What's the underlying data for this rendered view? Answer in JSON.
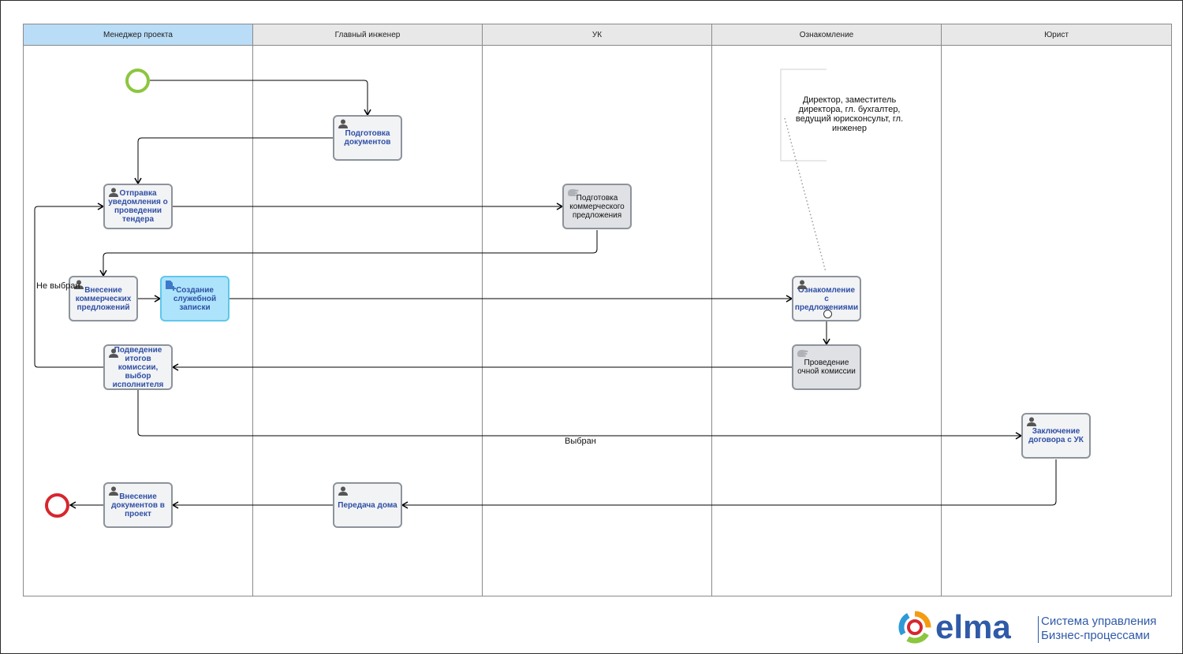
{
  "lanes": [
    {
      "name": "Менеджер проекта",
      "active": true
    },
    {
      "name": "Главный инженер",
      "active": false
    },
    {
      "name": "УК",
      "active": false
    },
    {
      "name": "Ознакомление",
      "active": false
    },
    {
      "name": "Юрист",
      "active": false
    }
  ],
  "tasks": {
    "prep_docs": "Подготовка документов",
    "send_notice": "Отправка уведомления о проведении тендера",
    "prep_offer": "Подготовка коммерческого предложения",
    "enter_offers": "Внесение коммерческих предложений",
    "create_memo": "Создание служебной записки",
    "review_offers": "Ознакомление с предложениями",
    "commission": "Проведение очной комиссии",
    "summary": "Подведение итогов комиссии, выбор исполнителя",
    "contract": "Заключение договора с УК",
    "transfer_house": "Передача дома",
    "enter_docs": "Внесение документов в проект"
  },
  "annotation": "Директор, заместитель директора,  гл. бухгалтер, ведущий юрисконсульт, гл. инженер",
  "flow_labels": {
    "not_selected": "Не выбран",
    "selected": "Выбран"
  },
  "colors": {
    "start_event": "#8cc63f",
    "end_event": "#d7262e",
    "active_lane": "#b9dcf7"
  },
  "logo": {
    "wordmark": "elma",
    "line1": "Система управления",
    "line2": "Бизнес-процессами"
  }
}
